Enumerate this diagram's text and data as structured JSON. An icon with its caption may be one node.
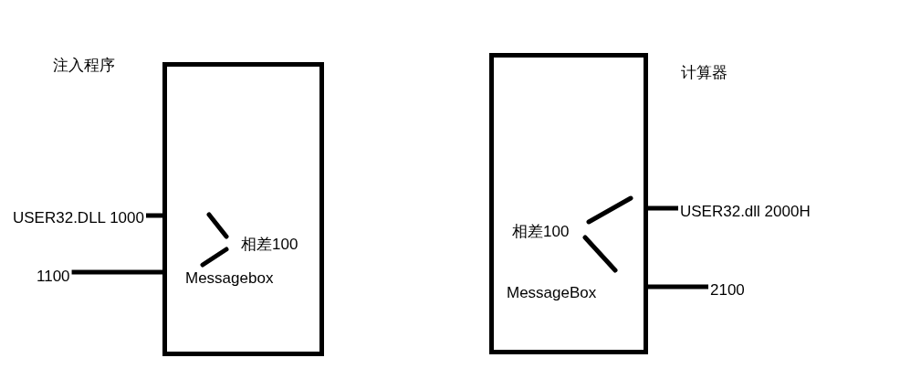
{
  "diagram": {
    "nodes": [
      {
        "text": [
          "注入程序",
          "相差100",
          "Messagebox"
        ]
      },
      {
        "text": [
          "USER32.DLL 1000"
        ]
      },
      {
        "text": [
          "1100"
        ]
      },
      {
        "text": [
          "计算器",
          "相差100",
          "MessageBox"
        ]
      },
      {
        "text": [
          "USER32.dll 2000H"
        ]
      },
      {
        "text": [
          "2100"
        ]
      }
    ],
    "edges": [
      {
        "from": 1,
        "to": 0,
        "arrow": "none"
      },
      {
        "from": 2,
        "to": 0,
        "arrow": "none"
      },
      {
        "from": 4,
        "to": 3,
        "arrow": "none"
      },
      {
        "from": 5,
        "to": 3,
        "arrow": "none"
      }
    ]
  }
}
